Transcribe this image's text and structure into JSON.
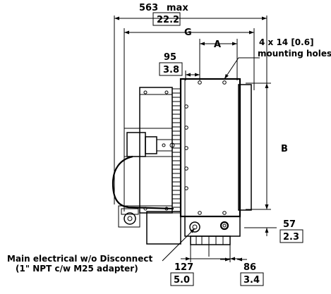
{
  "dimensions": {
    "overall_mm": "563",
    "overall_suffix": "max",
    "overall_in": "22.2",
    "g": "G",
    "a": "A",
    "b": "B",
    "offset_mm": "95",
    "offset_in": "3.8",
    "holes": "4 x 14 [0.6]",
    "holes_caption": "mounting holes",
    "bottom_mm": "57",
    "bottom_in": "2.3",
    "width127_mm": "127",
    "width127_in": "5.0",
    "width86_mm": "86",
    "width86_in": "3.4"
  },
  "notes": {
    "electrical_line1": "Main electrical w/o Disconnect",
    "electrical_line2": "(1\" NPT c/w  M25 adapter)"
  }
}
